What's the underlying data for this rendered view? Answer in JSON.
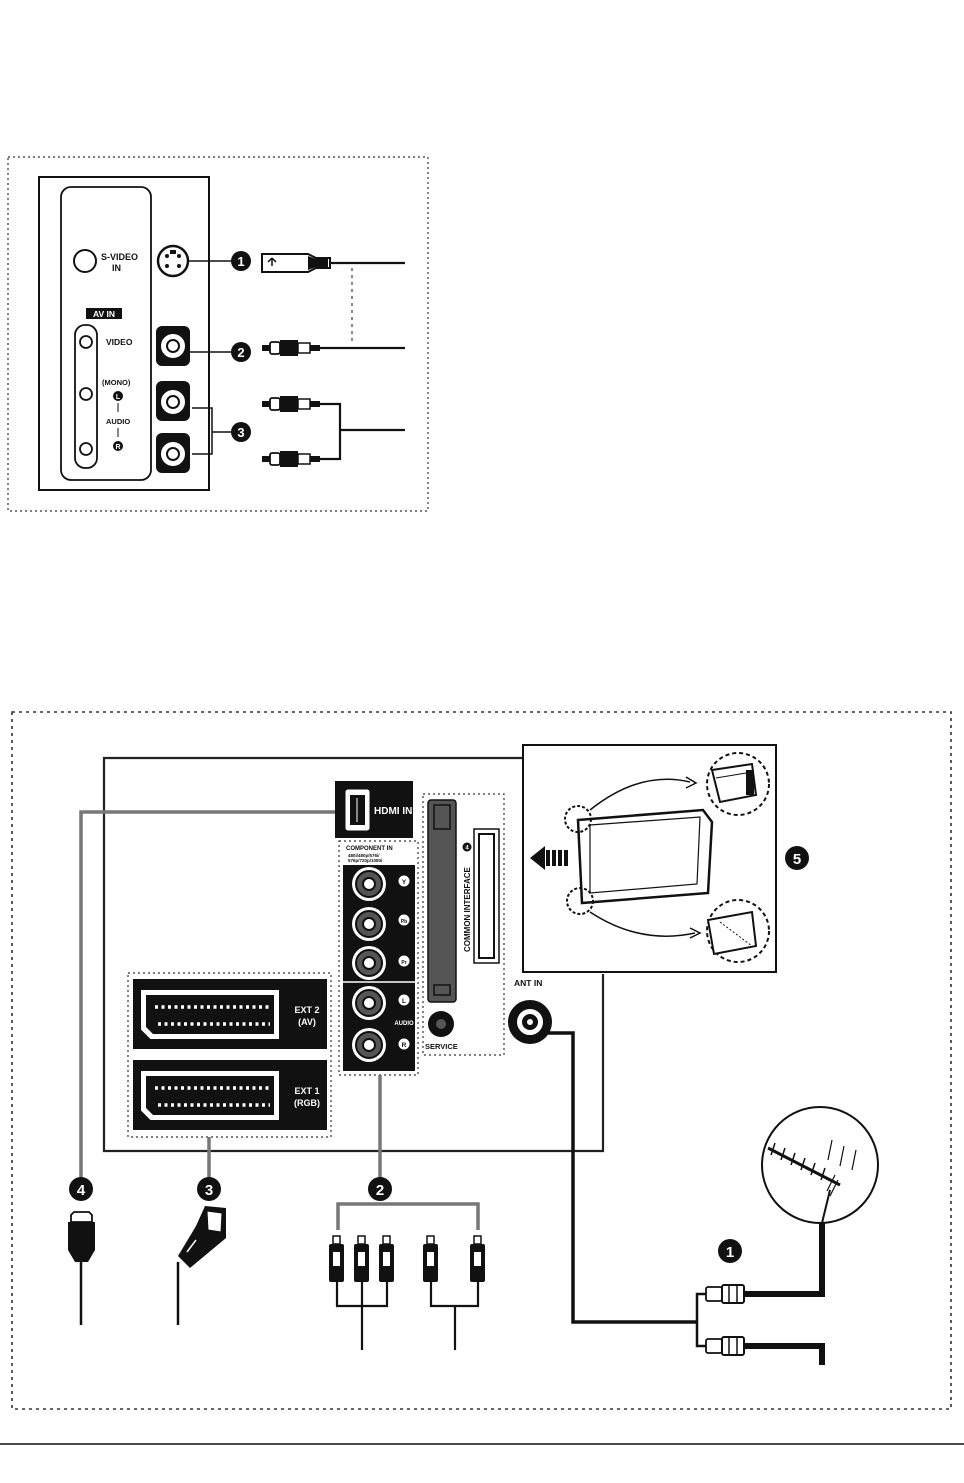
{
  "side_panel": {
    "svideo_label_1": "S-VIDEO",
    "svideo_label_2": "IN",
    "av_in_label": "AV IN",
    "video_label": "VIDEO",
    "mono_label": "(MONO)",
    "left_badge": "L",
    "audio_label": "AUDIO",
    "right_badge": "R",
    "callouts": [
      "1",
      "2",
      "3"
    ]
  },
  "rear_panel": {
    "hdmi_label": "HDMI IN",
    "component_label": "COMPONENT IN",
    "component_sub_1": "480i/480p/576i/",
    "component_sub_2": "576p/720p/1080i",
    "y_badge": "Y",
    "pb_badge": "Pb",
    "pr_badge": "Pr",
    "l_badge": "L",
    "audio_label": "AUDIO",
    "r_badge": "R",
    "common_interface_label": "COMMON INTERFACE",
    "ci_badge": "4",
    "service_label": "SERVICE",
    "ant_in_label": "ANT IN",
    "ext2_label_1": "EXT 2",
    "ext2_label_2": "(AV)",
    "ext1_label_1": "EXT 1",
    "ext1_label_2": "(RGB)",
    "callouts": [
      "1",
      "2",
      "3",
      "4",
      "5"
    ]
  }
}
